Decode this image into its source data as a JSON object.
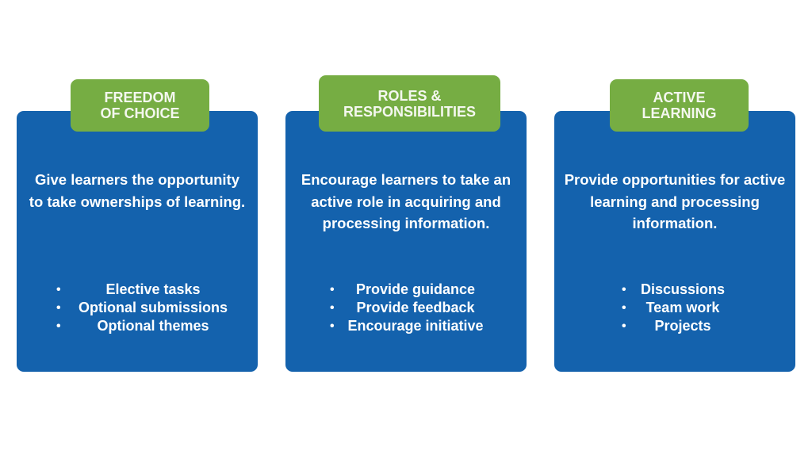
{
  "cards": [
    {
      "title": "FREEDOM\nOF CHOICE",
      "description": "Give learners the opportunity to take ownerships of learning.",
      "bullets": [
        "Elective tasks",
        "Optional submissions",
        "Optional themes"
      ]
    },
    {
      "title": "ROLES &\nRESPONSIBILITIES",
      "description": "Encourage learners to take an active role in acquiring and processing information.",
      "bullets": [
        "Provide guidance",
        "Provide feedback",
        "Encourage initiative"
      ]
    },
    {
      "title": "ACTIVE\nLEARNING",
      "description": "Provide opportunities for active learning and processing information.",
      "bullets": [
        "Discussions",
        "Team work",
        "Projects"
      ]
    }
  ],
  "bullet_glyph": "•",
  "colors": {
    "card_blue": "#1462ad",
    "tag_green": "#76ad43",
    "text": "#ffffff"
  }
}
